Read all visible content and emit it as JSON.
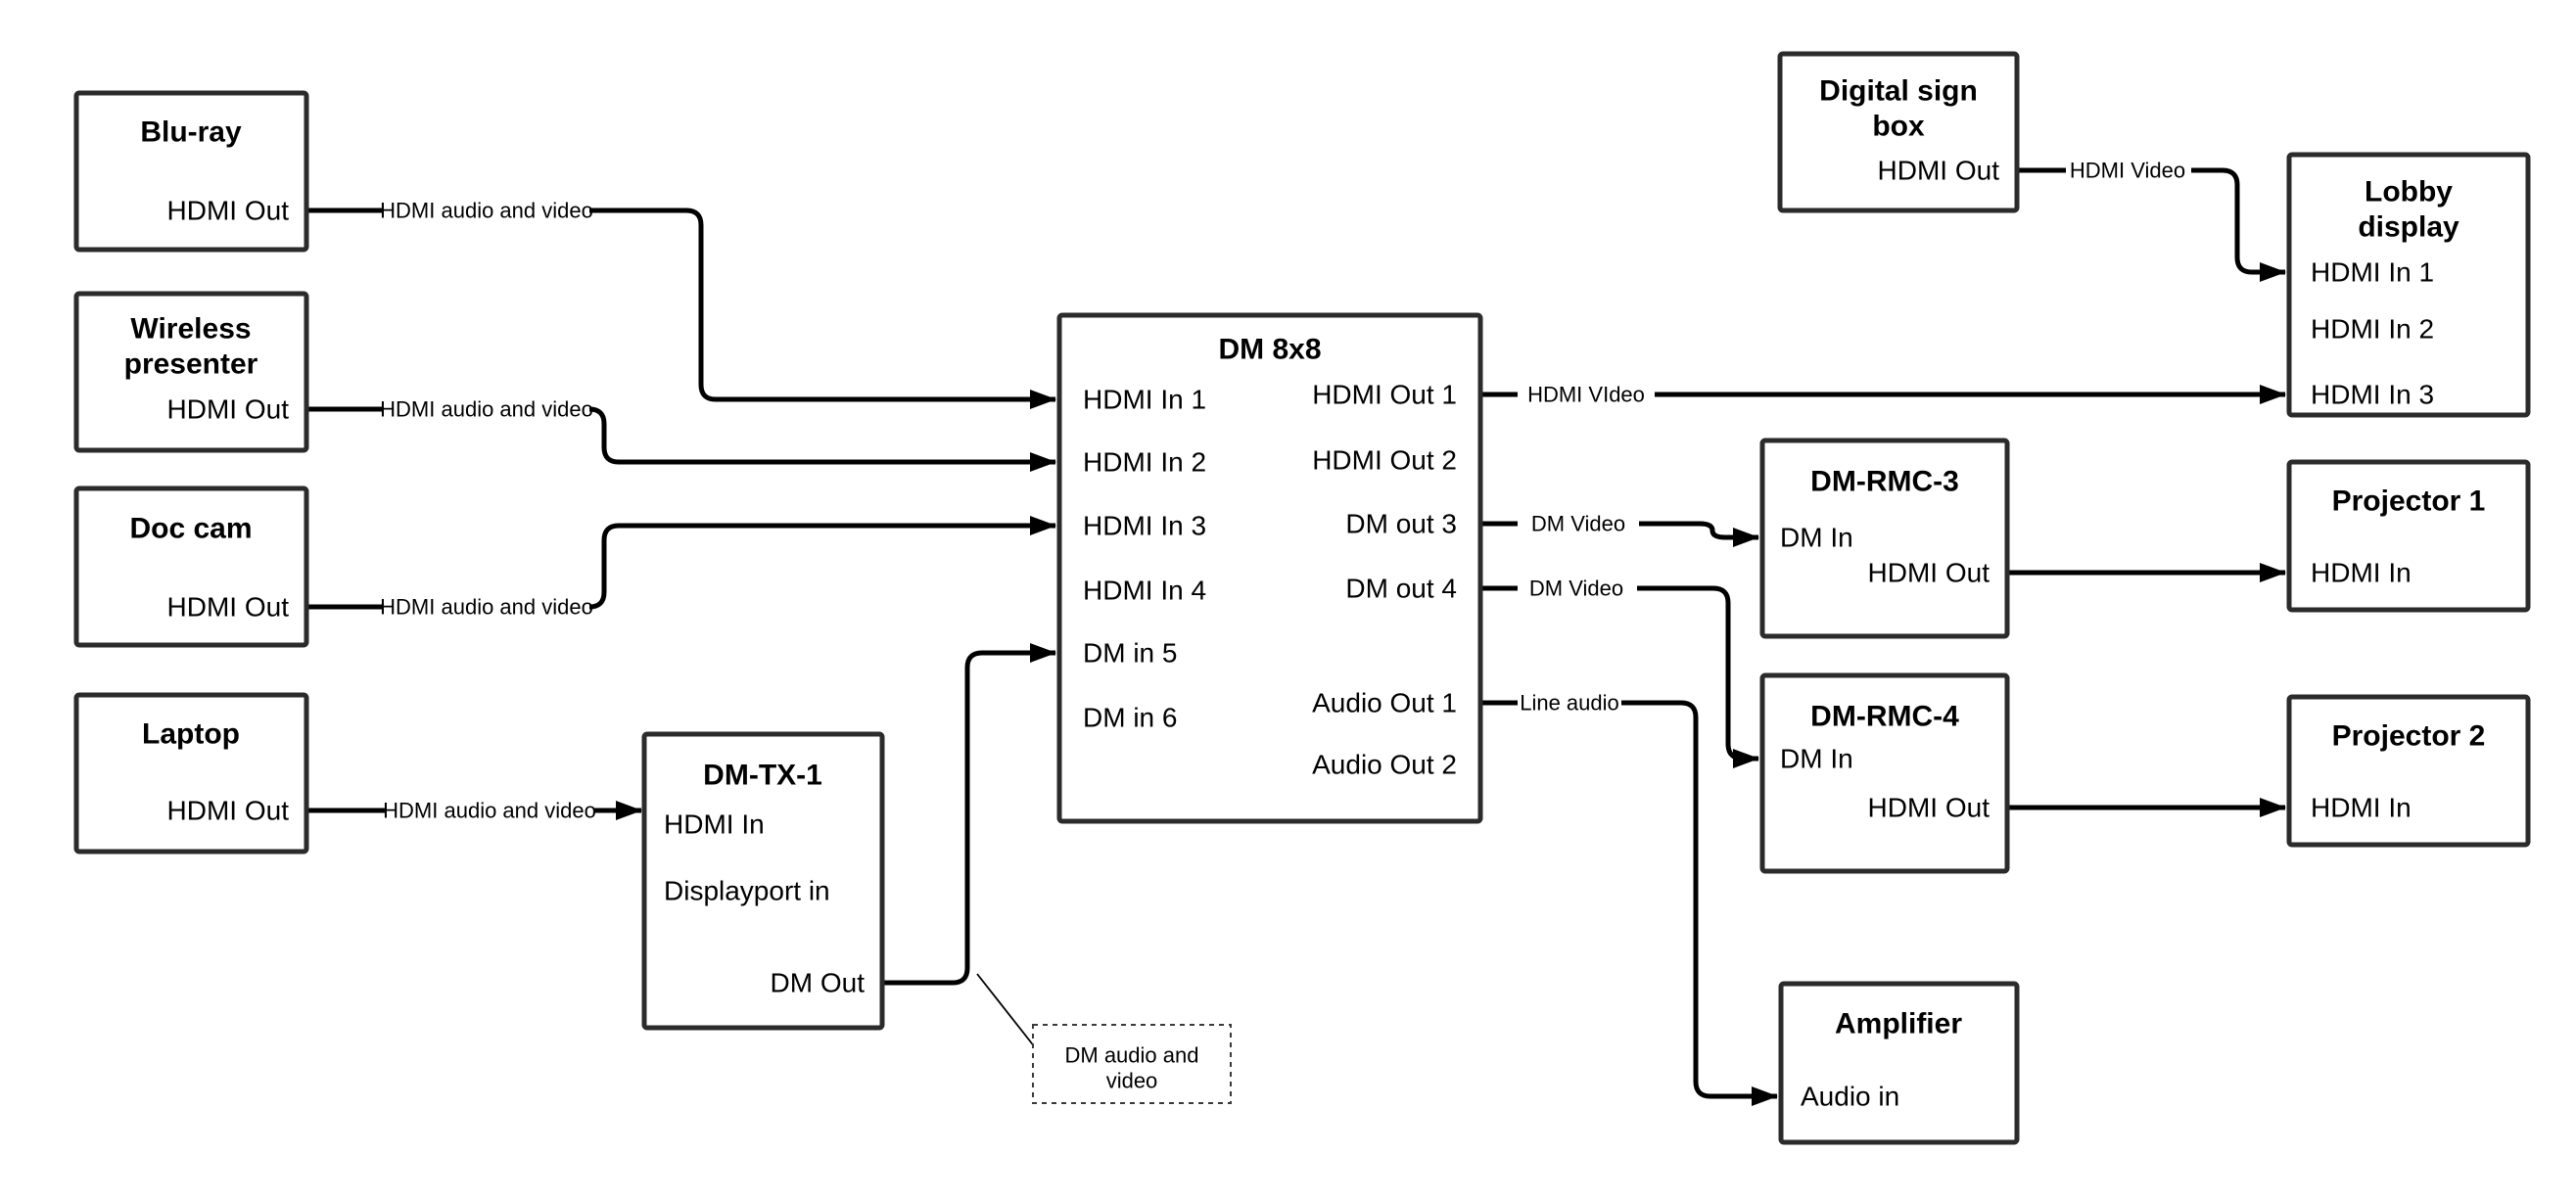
{
  "diagram": {
    "nodes": {
      "bluray": {
        "title": "Blu-ray",
        "ports": {
          "out": "HDMI Out"
        }
      },
      "wireless": {
        "title_lines": [
          "Wireless",
          "presenter"
        ],
        "ports": {
          "out": "HDMI Out"
        }
      },
      "doccam": {
        "title": "Doc cam",
        "ports": {
          "out": "HDMI Out"
        }
      },
      "laptop": {
        "title": "Laptop",
        "ports": {
          "out": "HDMI Out"
        }
      },
      "dmtx1": {
        "title": "DM-TX-1",
        "ports": {
          "hdmi_in": "HDMI In",
          "dp_in": "Displayport in",
          "dm_out": "DM Out"
        }
      },
      "dm8x8": {
        "title": "DM 8x8",
        "ports": {
          "in1": "HDMI In 1",
          "in2": "HDMI In 2",
          "in3": "HDMI In 3",
          "in4": "HDMI In 4",
          "in5": "DM in 5",
          "in6": "DM in 6",
          "out1": "HDMI Out 1",
          "out2": "HDMI Out 2",
          "out3": "DM out 3",
          "out4": "DM out 4",
          "audio1": "Audio Out 1",
          "audio2": "Audio Out 2"
        }
      },
      "digital_sign": {
        "title_lines": [
          "Digital sign",
          "box"
        ],
        "ports": {
          "out": "HDMI Out"
        }
      },
      "lobby": {
        "title_lines": [
          "Lobby",
          "display"
        ],
        "ports": {
          "in1": "HDMI In 1",
          "in2": "HDMI In 2",
          "in3": "HDMI In 3"
        }
      },
      "dmrmc3": {
        "title": "DM-RMC-3",
        "ports": {
          "dm_in": "DM In",
          "hdmi_out": "HDMI Out"
        }
      },
      "dmrmc4": {
        "title": "DM-RMC-4",
        "ports": {
          "dm_in": "DM In",
          "hdmi_out": "HDMI Out"
        }
      },
      "proj1": {
        "title": "Projector 1",
        "ports": {
          "in": "HDMI In"
        }
      },
      "proj2": {
        "title": "Projector 2",
        "ports": {
          "in": "HDMI In"
        }
      },
      "amp": {
        "title": "Amplifier",
        "ports": {
          "in": "Audio in"
        }
      }
    },
    "edge_labels": {
      "bluray_dm8x8": "HDMI audio and video",
      "wireless_dm8x8": "HDMI audio and video",
      "doccam_dm8x8": "HDMI audio and video",
      "laptop_dmtx1": "HDMI audio and video",
      "out1_lobby": "HDMI VIdeo",
      "out3_rmc3": "DM Video",
      "out4_rmc4": "DM Video",
      "audio1_amp": "Line audio",
      "sign_lobby": "HDMI Video"
    },
    "note": {
      "line1": "DM audio and",
      "line2": "video"
    },
    "colors": {
      "background": "#ffffff",
      "line": "#000000",
      "border": "#2b2b2b",
      "text": "#000000"
    }
  }
}
